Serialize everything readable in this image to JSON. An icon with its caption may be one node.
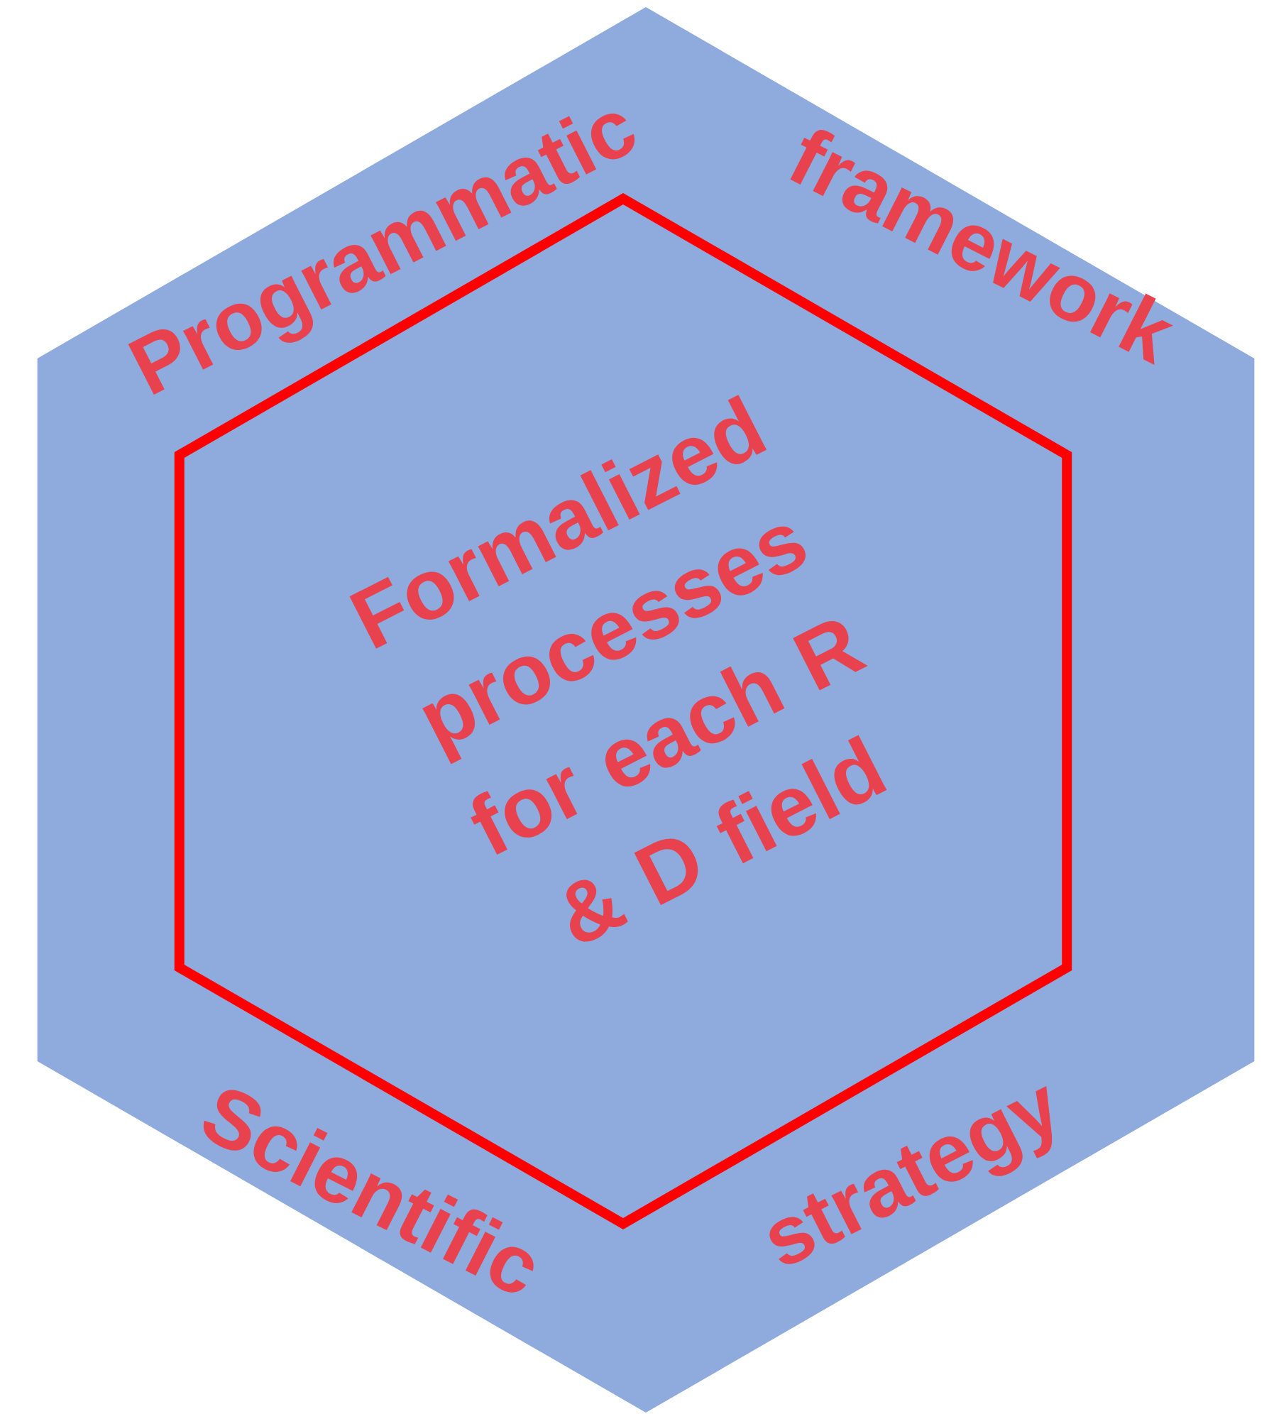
{
  "diagram": {
    "nodes": [
      {
        "text": [
          "Programmatic",
          "framework",
          "Scientific",
          "strategy"
        ]
      },
      {
        "text": [
          "Formalized processes for each R & D field"
        ],
        "in": 0
      }
    ]
  }
}
